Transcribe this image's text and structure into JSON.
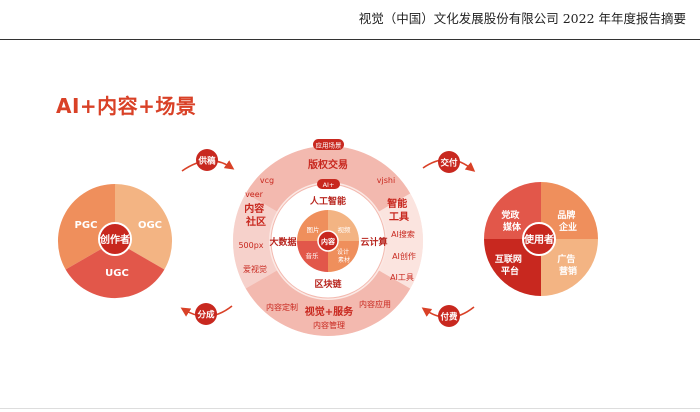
{
  "header": {
    "title": "视觉（中国）文化发展股份有限公司 2022 年年度报告摘要"
  },
  "page_heading": "AI+内容+场景",
  "colors": {
    "accent": "#d94127",
    "dark_red": "#c8281f",
    "mid_red": "#e2574a",
    "orange": "#ee8c5a",
    "light_orange": "#f3b583",
    "ring_pink": "#f6d1cb",
    "ring_light": "#fbe9e5"
  },
  "left_circle": {
    "center": "创作者",
    "segments": [
      "PGC",
      "OGC",
      "UGC"
    ]
  },
  "right_circle": {
    "center": "使用者",
    "segments": [
      "党政\n媒体",
      "品牌\n企业",
      "互联网\n平台",
      "广告\n营销"
    ]
  },
  "flows": {
    "supply": "供稿",
    "distribution": "分成",
    "delivery": "交付",
    "payment": "付费"
  },
  "outer_ring": {
    "top_tag": "应用场景",
    "top_title": "版权交易",
    "left_title": "内容\n社区",
    "right_title": "智能\n工具",
    "bottom_title": "视觉+服务",
    "items": {
      "vcg": "vcg",
      "veer": "veer",
      "vjshi": "vjshi",
      "px500": "500px",
      "aishijue": "爱视觉",
      "ai_search": "AI搜索",
      "ai_create": "AI创作",
      "ai_tools": "AI工具",
      "custom": "内容定制",
      "apply": "内容应用",
      "manage": "内容管理"
    }
  },
  "middle_ring": {
    "top_tag": "AI+",
    "ai": "人工智能",
    "bigdata": "大数据",
    "cloud": "云计算",
    "chain": "区块链"
  },
  "inner": {
    "center": "内容",
    "image": "图片",
    "video": "视频",
    "music": "音乐",
    "design": "设计\n素材"
  }
}
